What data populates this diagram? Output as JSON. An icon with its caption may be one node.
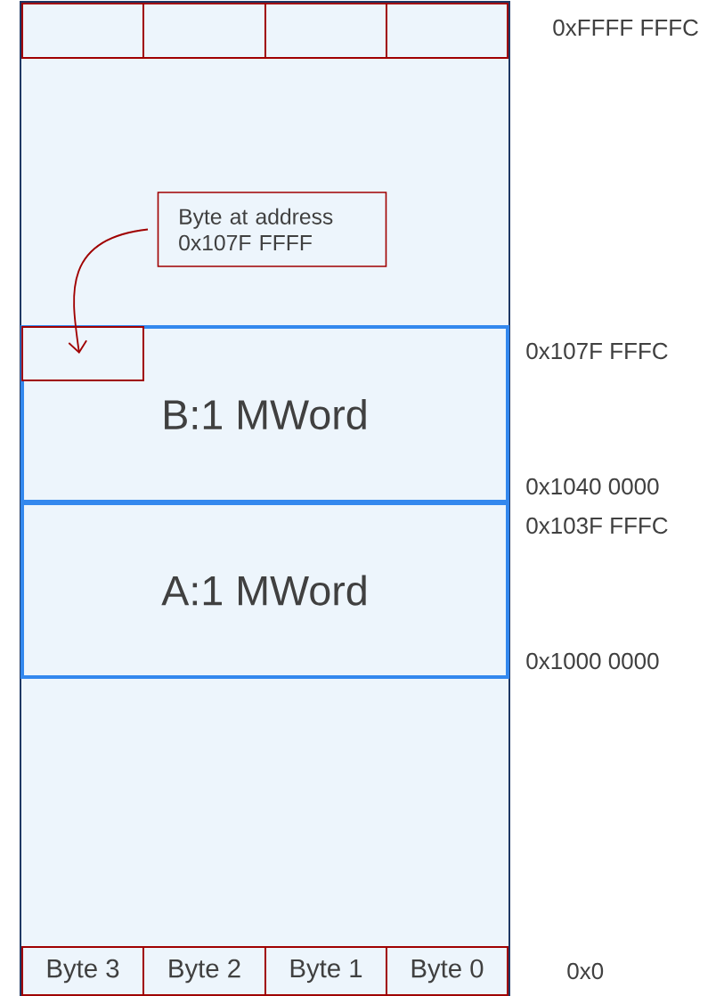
{
  "diagram": {
    "nodes": [
      {
        "text": [],
        "shape": "box"
      },
      {
        "text": [],
        "shape": "box",
        "in": 0
      },
      {
        "text": [],
        "shape": "box",
        "in": 0
      },
      {
        "text": [],
        "shape": "box",
        "in": 0
      },
      {
        "text": [],
        "shape": "box",
        "in": 0
      },
      {
        "text": [
          "Byte at address 0x107F FFFF"
        ],
        "in": 0
      },
      {
        "text": [
          "B:1 MWord"
        ],
        "in": 0
      },
      {
        "text": [],
        "shape": "box",
        "in": 6
      },
      {
        "text": [
          "A:1 MWord"
        ],
        "in": 0
      },
      {
        "text": [
          "Byte 3"
        ],
        "in": 0
      },
      {
        "text": [
          "Byte 2"
        ],
        "in": 0
      },
      {
        "text": [
          "Byte 1"
        ],
        "in": 0
      },
      {
        "text": [
          "Byte 0"
        ],
        "in": 0
      }
    ],
    "edges": [
      {
        "from": 5,
        "to": 7,
        "arrow": "to"
      }
    ],
    "labels": [
      "0xFFFF FFFC",
      "0x107F FFFC",
      "0x1040 0000",
      "0x103F FFFC",
      "0x1000 0000",
      "0x0"
    ]
  }
}
